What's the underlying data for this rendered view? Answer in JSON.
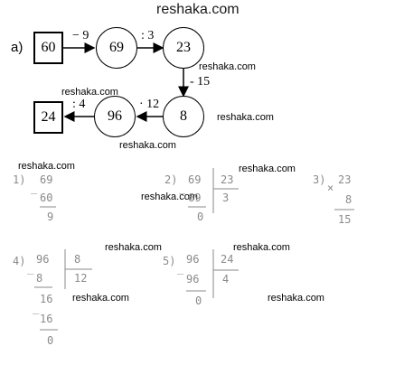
{
  "watermark": "reshaka.com",
  "part_label": "а)",
  "chain": {
    "start": "60",
    "op1": "− 9",
    "n1": "69",
    "op2": ": 3",
    "n2": "23",
    "op3": "- 15",
    "n3": "8",
    "op4": "· 12",
    "n4": "96",
    "op5": ": 4",
    "result": "24"
  },
  "calc": {
    "c1": {
      "label": "1)",
      "minuend": "69",
      "subtrahend": "60",
      "result": "9"
    },
    "c2": {
      "label": "2)",
      "dividend": "69",
      "divisor": "23",
      "partial": "69",
      "quotient": "3",
      "remainder": "0"
    },
    "c3": {
      "label": "3)",
      "multiplicand": "23",
      "multiplier": "8",
      "product": "15"
    },
    "c4": {
      "label": "4)",
      "dividend": "96",
      "divisor": "8",
      "partial1": "8",
      "quotient": "12",
      "rest1": "16",
      "partial2": "16",
      "remainder": "0"
    },
    "c5": {
      "label": "5)",
      "dividend": "96",
      "divisor": "24",
      "partial": "96",
      "quotient": "4",
      "remainder": "0"
    }
  }
}
